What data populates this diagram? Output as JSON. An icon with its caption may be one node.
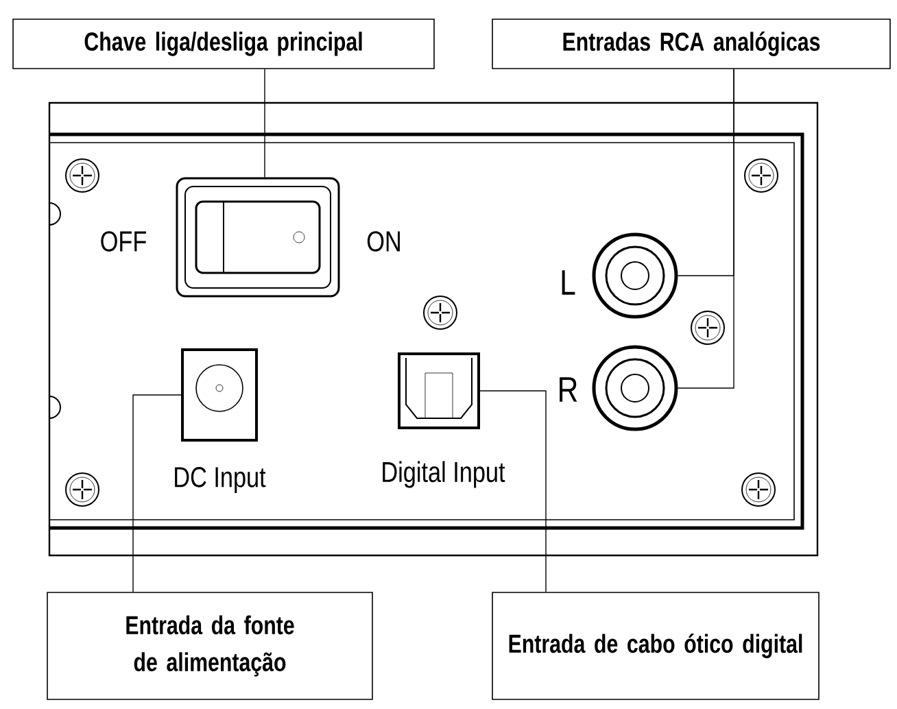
{
  "diagram": {
    "nodes": [
      {
        "text": [
          "Chave liga/desliga principal"
        ]
      },
      {
        "text": [
          "Entradas RCA analógicas"
        ]
      },
      {
        "text": [],
        "shape": "box"
      },
      {
        "text": [],
        "shape": "circle"
      },
      {
        "text": [],
        "shape": "circle"
      },
      {
        "text": [],
        "shape": "box"
      },
      {
        "text": [],
        "shape": "box"
      },
      {
        "text": [
          "Entrada da fonte de alimentação"
        ]
      },
      {
        "text": [
          "Entrada de cabo ótico digital"
        ]
      }
    ],
    "edges": [
      {
        "from": 0,
        "to": 2,
        "arrow": "none"
      },
      {
        "from": 1,
        "to": 3,
        "arrow": "none"
      },
      {
        "from": 1,
        "to": 4,
        "arrow": "none"
      },
      {
        "from": 7,
        "to": 5,
        "arrow": "none"
      },
      {
        "from": 8,
        "to": 6,
        "arrow": "none"
      }
    ],
    "labels": [
      "OFF",
      "ON",
      "L",
      "R",
      "DC Input",
      "Digital Input"
    ]
  }
}
